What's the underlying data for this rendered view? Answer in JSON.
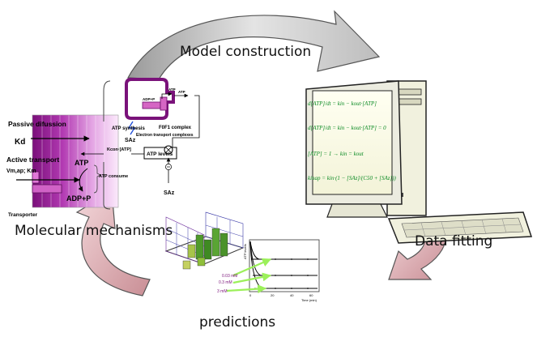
{
  "stages": {
    "model_construction": "Model construction",
    "molecular_mechanisms": "Molecular mechanisms",
    "data_fitting": "Data fitting",
    "predictions": "predictions"
  },
  "mechanism": {
    "passive_diffusion": "Passive difussion",
    "kd": "Kd",
    "active_transport": "Active transport",
    "vmax_km": "Vm,ap; Km",
    "transporter": "Transporter",
    "atp": "ATP",
    "adp_p": "ADP+P",
    "atp_synthesis": "ATP synthesis",
    "f0f1_complex": "F0F1 complex",
    "electron_transport": "Electron transport complexes",
    "saz": "SAz",
    "atp_levels": "ATP levels",
    "atp_consume": "ATP consume",
    "kcon_atp": "Kcon·[ATP]",
    "adp_p_small": "ADP+P",
    "atp_small": "ATP",
    "atp_out": "ATP"
  },
  "equations": [
    "d[ATP]/dt = kin − kout·[ATP]",
    "d[ATP]/dt = kin − kout·[ATP] = 0",
    "[ATP] = 1 → kin = kout",
    "kinap = kin·(1 − [SAz]/(C50 + [SAz]))"
  ],
  "predictions": {
    "yaxis_label": "ATP levels",
    "xaxis_label": "Time (min)",
    "x_ticks": [
      "0",
      "20",
      "40",
      "60"
    ],
    "conc_labels": [
      "0.03 mM",
      "0.3 mM",
      "3 mM"
    ]
  },
  "colors": {
    "membrane_purple": "#8b1a8b",
    "arrow_gray": "#c8c8c8",
    "arrow_pink": "#dba8ad",
    "equation_green": "#0a8a23",
    "bar_green": "#4f9a2b"
  }
}
